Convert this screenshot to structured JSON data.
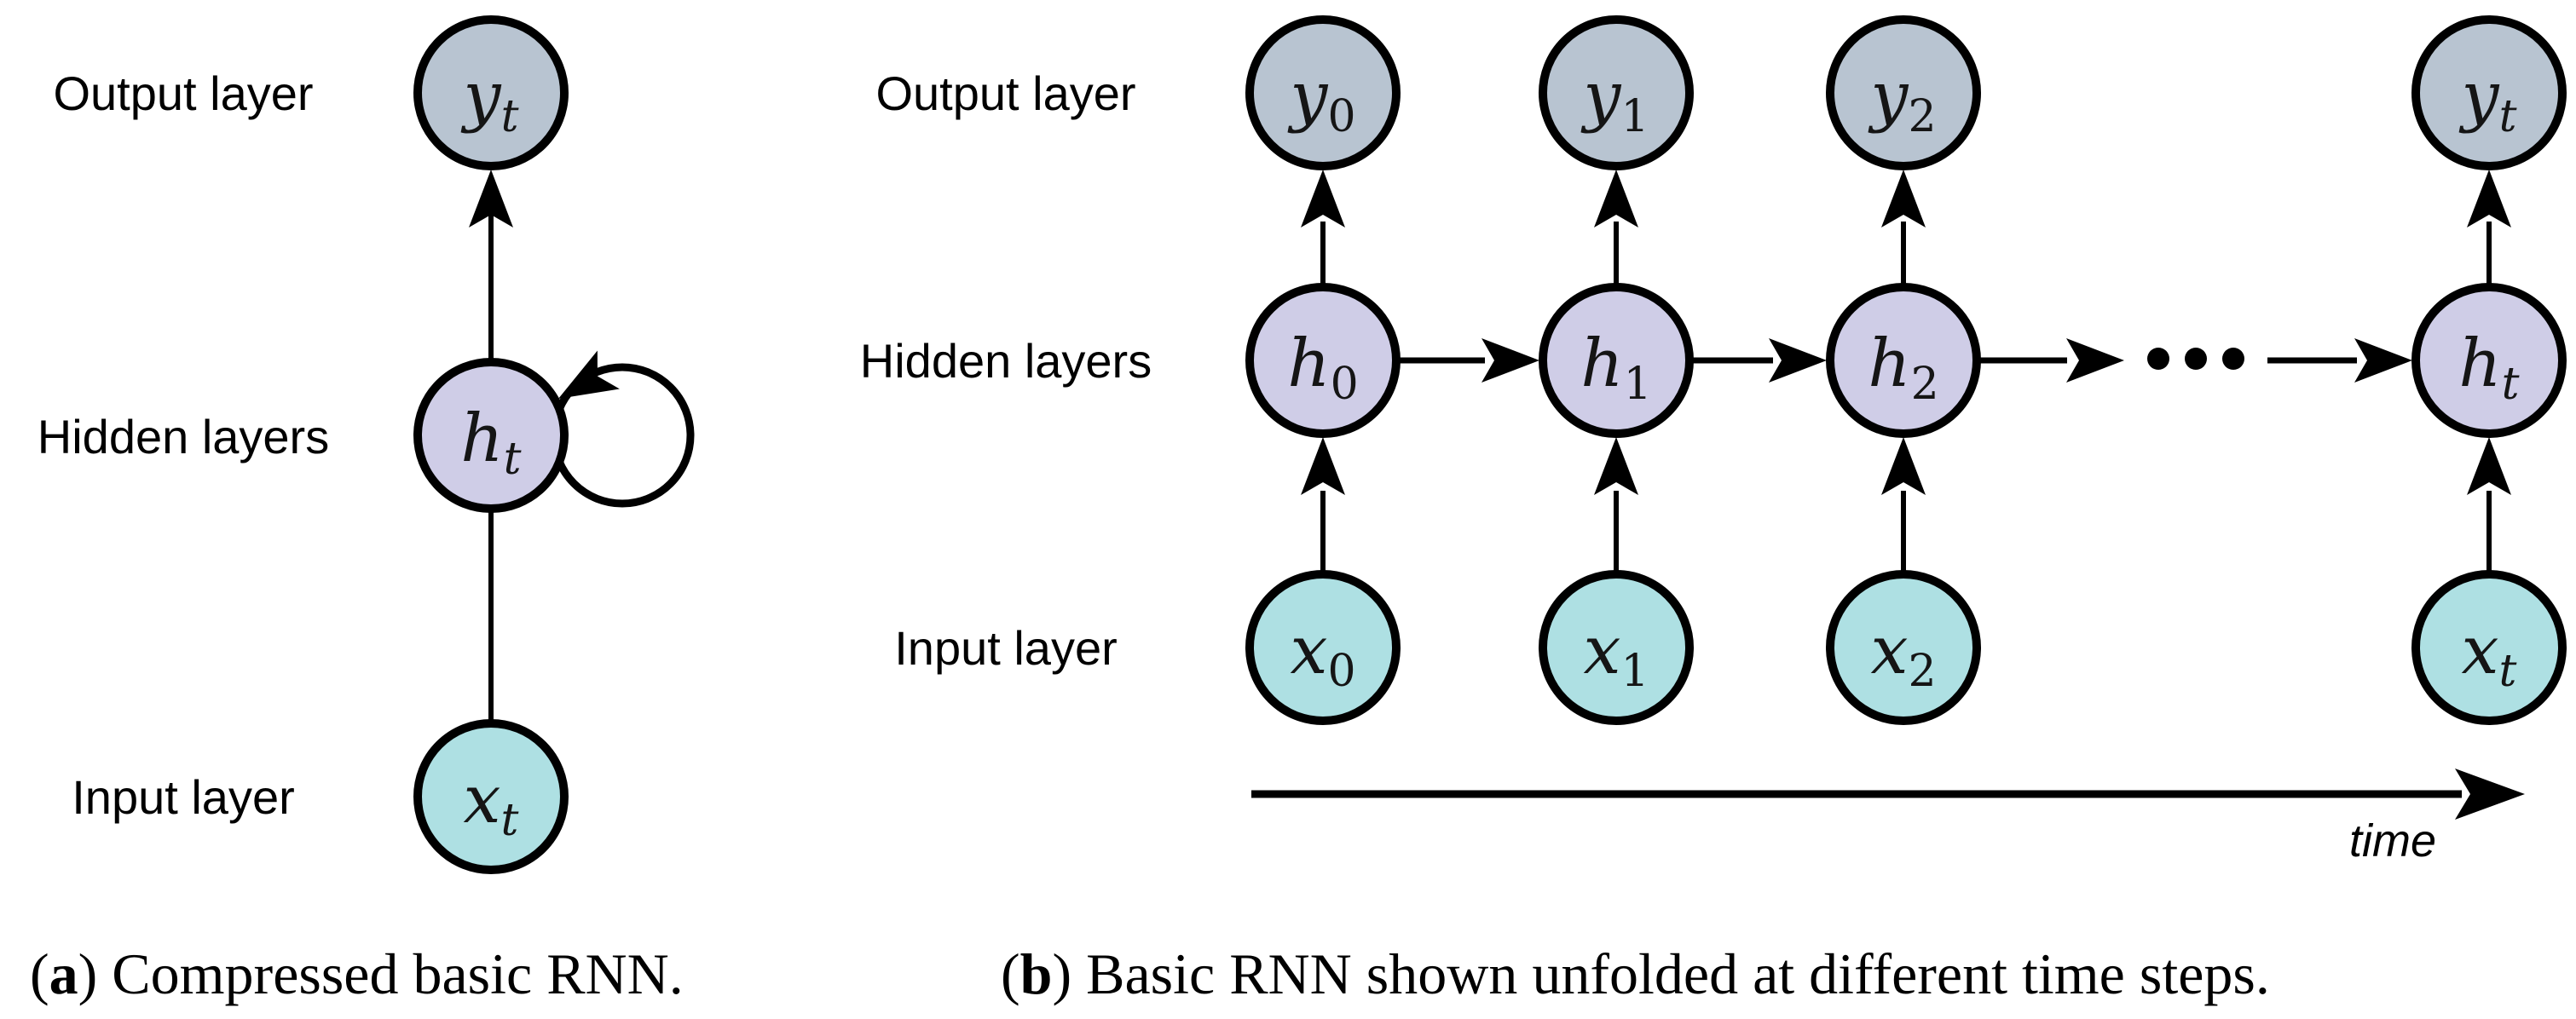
{
  "figure": {
    "panel_a": {
      "row_labels": {
        "output": "Output layer",
        "hidden": "Hidden layers",
        "input": "Input layer"
      },
      "nodes": {
        "y_t": {
          "base": "y",
          "sub": "t"
        },
        "h_t": {
          "base": "h",
          "sub": "t"
        },
        "x_t": {
          "base": "x",
          "sub": "t"
        }
      },
      "caption": {
        "open": "(",
        "marker": "a",
        "rest": ") Compressed basic RNN."
      }
    },
    "panel_b": {
      "row_labels": {
        "output": "Output layer",
        "hidden": "Hidden layers",
        "input": "Input layer"
      },
      "nodes": {
        "y_0": {
          "base": "y",
          "sub": "0"
        },
        "y_1": {
          "base": "y",
          "sub": "1"
        },
        "y_2": {
          "base": "y",
          "sub": "2"
        },
        "y_t": {
          "base": "y",
          "sub": "t"
        },
        "h_0": {
          "base": "h",
          "sub": "0"
        },
        "h_1": {
          "base": "h",
          "sub": "1"
        },
        "h_2": {
          "base": "h",
          "sub": "2"
        },
        "h_t": {
          "base": "h",
          "sub": "t"
        },
        "x_0": {
          "base": "x",
          "sub": "0"
        },
        "x_1": {
          "base": "x",
          "sub": "1"
        },
        "x_2": {
          "base": "x",
          "sub": "2"
        },
        "x_t": {
          "base": "x",
          "sub": "t"
        }
      },
      "time_axis_label": "time",
      "caption": {
        "open": "(",
        "marker": "b",
        "rest": ") Basic RNN shown unfolded at different time steps."
      }
    },
    "colors": {
      "output_node_fill": "#b8c4d1",
      "hidden_node_fill": "#cfcde7",
      "input_node_fill": "#aee0e3",
      "stroke": "#000000",
      "background": "#ffffff"
    }
  }
}
